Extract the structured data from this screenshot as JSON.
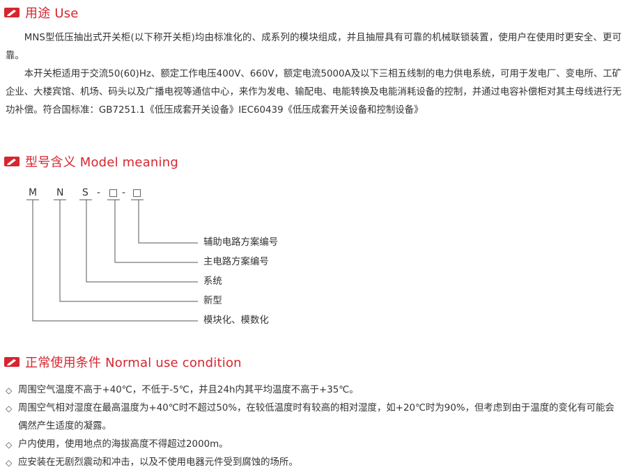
{
  "colors": {
    "accent": "#d6262f",
    "text": "#333333",
    "line": "#555555"
  },
  "sections": {
    "use": {
      "icon": "pen-icon",
      "title": "用途 Use",
      "paragraphs": [
        "MNS型低压抽出式开关柜(以下称开关柜)均由标准化的、成系列的模块组成，并且抽屉具有可靠的机械联锁装置，使用户在使用时更安全、更可靠。",
        "本开关柜适用于交流50(60)Hz、额定工作电压400V、660V，额定电流5000A及以下三相五线制的电力供电系统，可用于发电厂、变电所、工矿企业、大楼宾馆、机场、码头以及广播电视等通信中心，来作为发电、输配电、电能转换及电能消耗设备的控制，并通过电容补偿柜对其主母线进行无功补偿。符合国标准：GB7251.1《低压成套开关设备》IEC60439《低压成套开关设备和控制设备》"
      ]
    },
    "model": {
      "icon": "pen-icon",
      "title": "型号含义 Model meaning",
      "letters": [
        "M",
        "N",
        "S",
        "-",
        "□",
        "-",
        "□"
      ],
      "labels": [
        "辅助电路方案编号",
        "主电路方案编号",
        "系统",
        "新型",
        "模块化、模数化"
      ]
    },
    "condition": {
      "icon": "pen-icon",
      "title": "正常使用条件 Normal use condition",
      "bullet": "◇",
      "items": [
        "周围空气温度不高于+40℃，不低于-5℃，并且24h内其平均温度不高于+35℃。",
        "周围空气相对湿度在最高温度为+40℃时不超过50%，在较低温度时有较高的相对湿度，如+20℃时为90%，但考虑到由于温度的变化有可能会偶然产生适度的凝露。",
        "户内使用，使用地点的海拔高度不得超过2000m。",
        "应安装在无剧烈震动和冲击，以及不使用电器元件受到腐蚀的场所。"
      ]
    }
  }
}
